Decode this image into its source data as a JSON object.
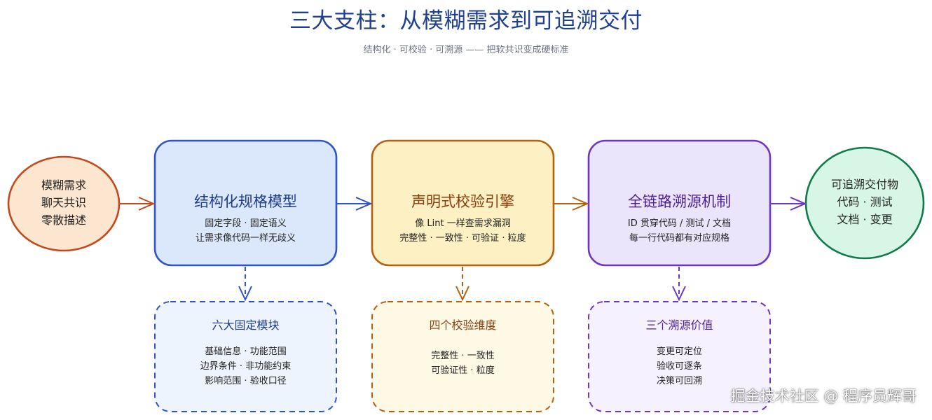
{
  "title": "三大支柱：从模糊需求到可追溯交付",
  "subtitle": "结构化 · 可校验 · 可溯源 —— 把软共识变成硬标准",
  "input": {
    "lines": [
      "模糊需求",
      "聊天共识",
      "零散描述"
    ]
  },
  "output": {
    "lines": [
      "可追溯交付物",
      "代码 · 测试",
      "文档 · 变更"
    ]
  },
  "pillars": [
    {
      "title": "结构化规格模型",
      "lines": [
        "固定字段 · 固定语义",
        "让需求像代码一样无歧义"
      ],
      "sub_title": "六大固定模块",
      "sub_lines": [
        "基础信息 · 功能范围",
        "边界条件 · 非功能约束",
        "影响范围 · 验收口径"
      ]
    },
    {
      "title": "声明式校验引擎",
      "lines": [
        "像 Lint 一样查需求漏洞",
        "完整性 · 一致性 · 可验证 · 粒度"
      ],
      "sub_title": "四个校验维度",
      "sub_lines": [
        "完整性 · 一致性",
        "可验证性 · 粒度"
      ]
    },
    {
      "title": "全链路溯源机制",
      "lines": [
        "ID 贯穿代码 / 测试 / 文档",
        "每一行代码都有对应规格"
      ],
      "sub_title": "三个溯源价值",
      "sub_lines": [
        "变更可定位",
        "验收可逐条",
        "决策可回溯"
      ]
    }
  ],
  "watermark": "掘金技术社区 @ 程序员辉哥",
  "colors": {
    "title": "#1f3f8f",
    "input_stroke": "#c2491b",
    "input_fill": "#fde6cf",
    "output_stroke": "#0f7a4a",
    "output_fill": "#d8f6e5",
    "blue_stroke": "#2f54c8",
    "blue_fill": "#dbe8fc",
    "blue_light": "#eef4fe",
    "orange_stroke": "#b4610f",
    "orange_fill": "#fdf0c2",
    "orange_light": "#fef9e4",
    "purple_stroke": "#6d36c3",
    "purple_fill": "#ebe5fc",
    "purple_light": "#f5f1fe",
    "arrow_input": "#c2491b",
    "arrow_blue": "#2f54c8",
    "arrow_orange": "#b4610f",
    "arrow_purple": "#6d36c3"
  }
}
